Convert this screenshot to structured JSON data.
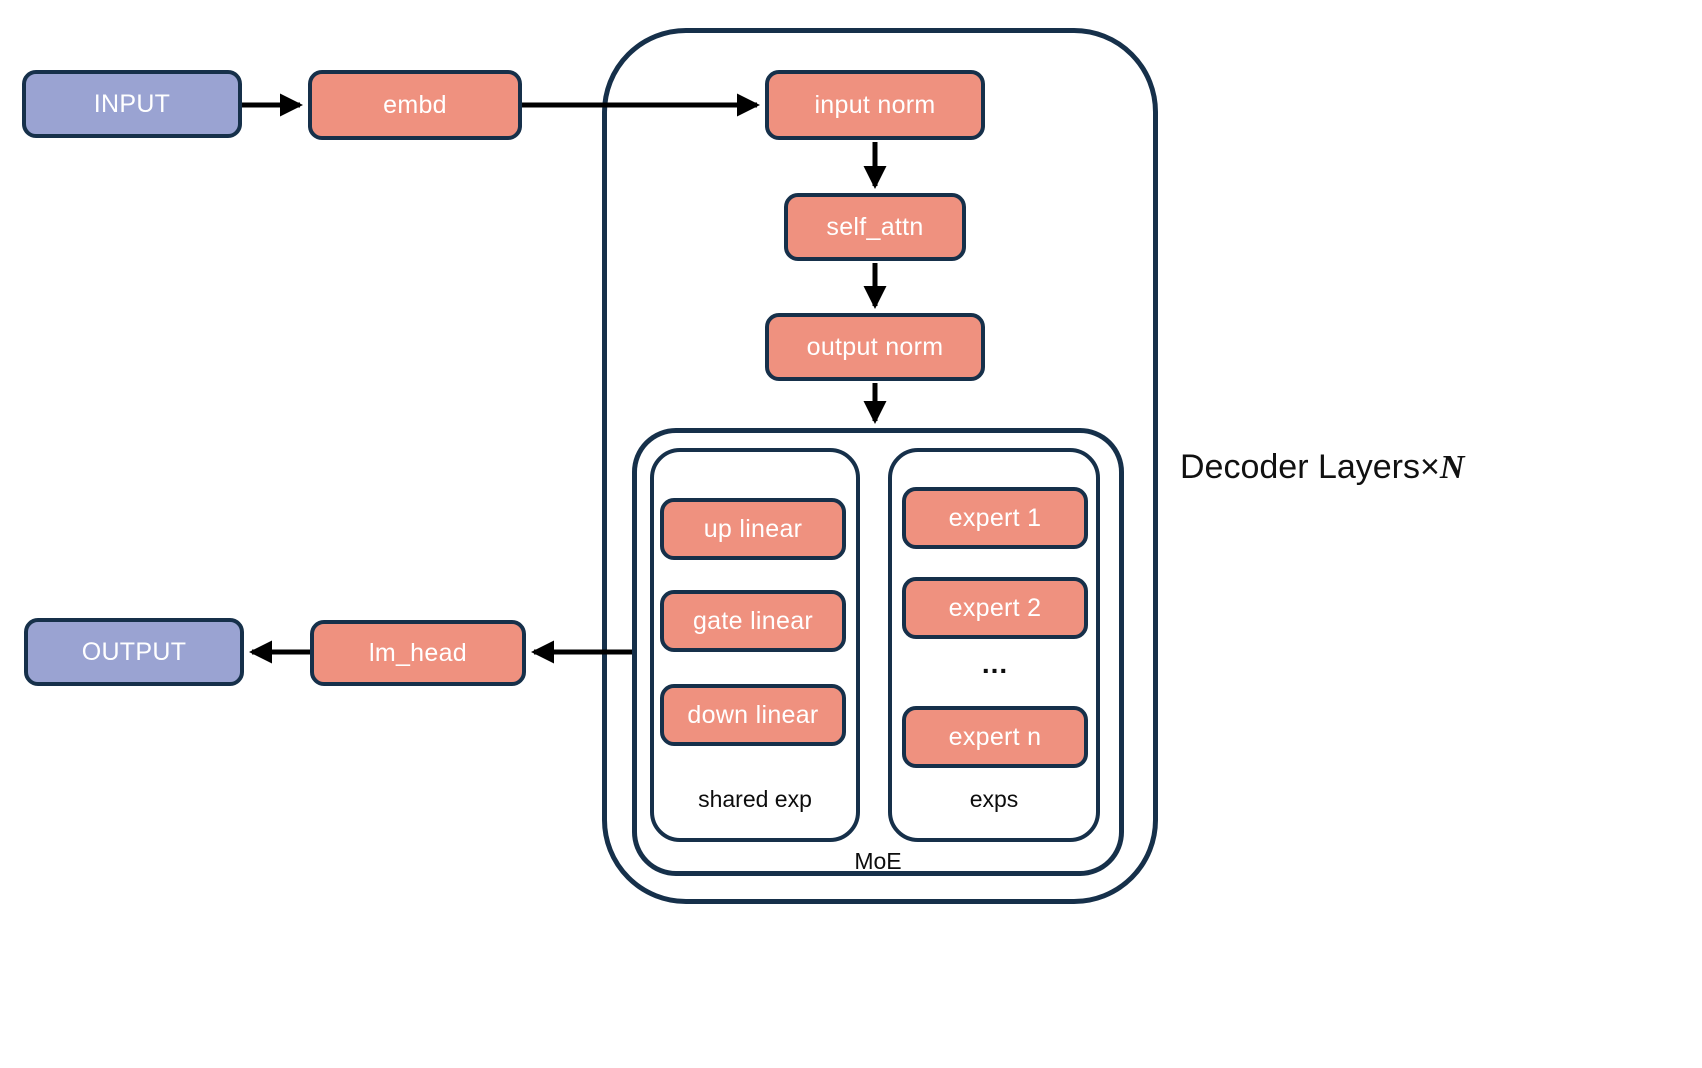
{
  "nodes": {
    "input": "INPUT",
    "embd": "embd",
    "input_norm": "input norm",
    "self_attn": "self_attn",
    "output_norm": "output norm",
    "up_linear": "up linear",
    "gate_linear": "gate linear",
    "down_linear": "down linear",
    "expert_1": "expert 1",
    "expert_2": "expert 2",
    "experts_ellipsis": "...",
    "expert_n": "expert n",
    "lm_head": "lm_head",
    "output": "OUTPUT"
  },
  "labels": {
    "shared_exp": "shared exp",
    "exps": "exps",
    "moe": "MoE",
    "decoder_layers": "Decoder Layers×",
    "decoder_layers_n": "N"
  },
  "colors": {
    "io_fill": "#9aa3d2",
    "module_fill": "#ef917f",
    "border": "#16304a",
    "arrow": "#000000"
  }
}
